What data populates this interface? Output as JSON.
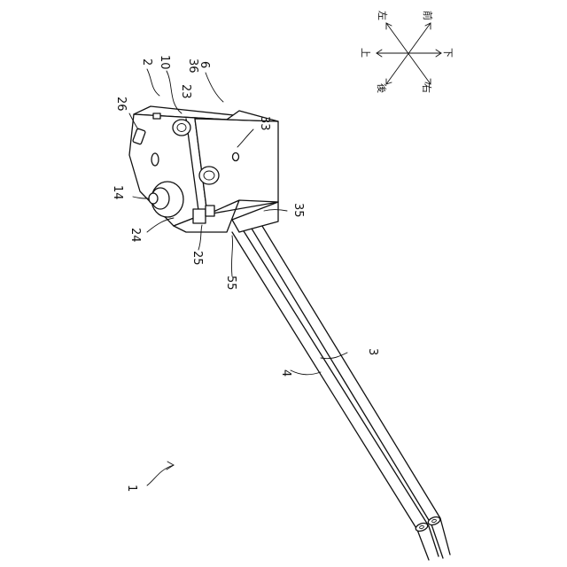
{
  "labels": {
    "assembly": "1",
    "switch_body": "2",
    "lead_3": "3",
    "lead_4": "4",
    "cover": "6",
    "component_10": "10",
    "plunger": "14",
    "boss_23": "23",
    "part_24": "24",
    "part_25": "25",
    "part_26": "26",
    "face_33": "33",
    "part_35": "35",
    "part_36": "36",
    "part_55": "55"
  },
  "directions": {
    "left": "左",
    "front": "前",
    "up": "上",
    "down": "下",
    "back": "後",
    "right": "右"
  }
}
